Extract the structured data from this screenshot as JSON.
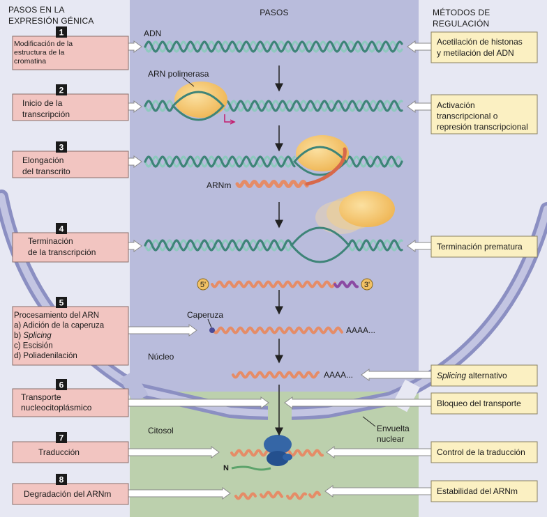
{
  "headers": {
    "left": [
      "PASOS EN LA",
      "EXPRESIÓN GÉNICA"
    ],
    "center": "PASOS",
    "right": [
      "MÉTODOS DE",
      "REGULACIÓN"
    ]
  },
  "steps": [
    {
      "num": "1",
      "lines": [
        "Modificación de la",
        "estructura de la",
        "cromatina"
      ]
    },
    {
      "num": "2",
      "lines": [
        "Inicio de la",
        "transcripción"
      ]
    },
    {
      "num": "3",
      "lines": [
        "Elongación",
        "del transcrito"
      ]
    },
    {
      "num": "4",
      "lines": [
        "Terminación",
        "de la transcripción"
      ]
    },
    {
      "num": "5",
      "lines": [
        "Procesamiento del ARN",
        "a) Adición de la caperuza",
        "b) Splicing",
        "c) Escisión",
        "d) Poliadenilación"
      ]
    },
    {
      "num": "6",
      "lines": [
        "Transporte",
        "nucleocitoplásmico"
      ]
    },
    {
      "num": "7",
      "lines": [
        "Traducción"
      ]
    },
    {
      "num": "8",
      "lines": [
        "Degradación del ARNm"
      ]
    }
  ],
  "methods": [
    {
      "lines": [
        "Acetilación de histonas",
        "y metilación del ADN"
      ]
    },
    {
      "lines": [
        "Activación",
        "transcripcional o",
        "represión transcripcional"
      ]
    },
    {
      "lines": [
        "Terminación prematura"
      ]
    },
    {
      "lines": [
        "Splicing alternativo"
      ]
    },
    {
      "lines": [
        "Bloqueo del transporte"
      ]
    },
    {
      "lines": [
        "Control de la traducción"
      ]
    },
    {
      "lines": [
        "Estabilidad del ARNm"
      ]
    }
  ],
  "labels": {
    "adn": "ADN",
    "arn_polimerasa": "ARN polimerasa",
    "arnm": "ARNm",
    "five_prime": "5'",
    "three_prime": "3'",
    "caperuza": "Caperuza",
    "poly_a_1": "AAAA...",
    "poly_a_2": "AAAA...",
    "nucleo": "Núcleo",
    "citosol": "Citosol",
    "envuelta": [
      "Envuelta",
      "nuclear"
    ],
    "n_terminal": "N"
  },
  "colors": {
    "center_band": "#b9bcdc",
    "side_bg": "#e7e8f3",
    "cytosol": "#bcd0ad",
    "step_box": "#f2c5c1",
    "method_box": "#fbf0c2",
    "dna": "#7cbab0",
    "rna": "#e58c67",
    "polymerase": "#f2c164"
  }
}
